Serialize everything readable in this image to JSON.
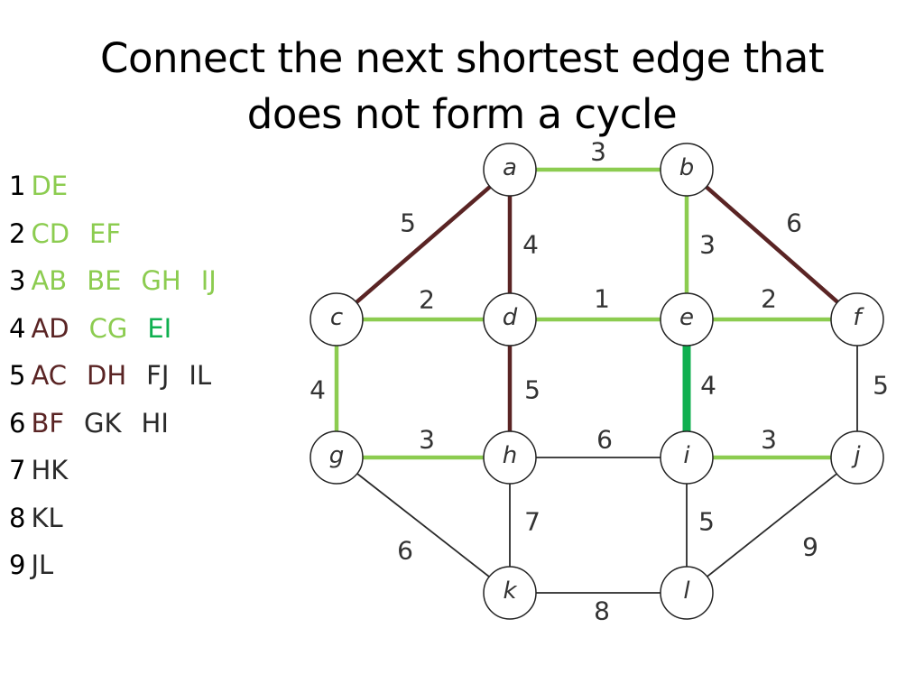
{
  "title": {
    "line1": "Connect the next shortest edge that",
    "line2": "does not form a cycle"
  },
  "colors": {
    "selected": "#8ccc50",
    "rejected": "#5a2424",
    "current": "#10b050",
    "unprocessed": "#2a2a2a",
    "node_stroke": "#222222",
    "text": "#000000"
  },
  "edge_list": [
    {
      "rank": "1",
      "edges": [
        {
          "label": "DE",
          "status": "selected"
        }
      ]
    },
    {
      "rank": "2",
      "edges": [
        {
          "label": "CD",
          "status": "selected"
        },
        {
          "label": "EF",
          "status": "selected"
        }
      ]
    },
    {
      "rank": "3",
      "edges": [
        {
          "label": "AB",
          "status": "selected"
        },
        {
          "label": "BE",
          "status": "selected"
        },
        {
          "label": "GH",
          "status": "selected"
        },
        {
          "label": "IJ",
          "status": "selected"
        }
      ]
    },
    {
      "rank": "4",
      "edges": [
        {
          "label": "AD",
          "status": "rejected"
        },
        {
          "label": "CG",
          "status": "selected"
        },
        {
          "label": "EI",
          "status": "current"
        }
      ]
    },
    {
      "rank": "5",
      "edges": [
        {
          "label": "AC",
          "status": "rejected"
        },
        {
          "label": "DH",
          "status": "rejected"
        },
        {
          "label": "FJ",
          "status": "unprocessed"
        },
        {
          "label": "IL",
          "status": "unprocessed"
        }
      ]
    },
    {
      "rank": "6",
      "edges": [
        {
          "label": "BF",
          "status": "rejected"
        },
        {
          "label": "GK",
          "status": "unprocessed"
        },
        {
          "label": "HI",
          "status": "unprocessed"
        }
      ]
    },
    {
      "rank": "7",
      "edges": [
        {
          "label": "HK",
          "status": "unprocessed"
        }
      ]
    },
    {
      "rank": "8",
      "edges": [
        {
          "label": "KL",
          "status": "unprocessed"
        }
      ]
    },
    {
      "rank": "9",
      "edges": [
        {
          "label": "JL",
          "status": "unprocessed"
        }
      ]
    }
  ],
  "graph": {
    "nodes": [
      {
        "id": "a",
        "label": "a"
      },
      {
        "id": "b",
        "label": "b"
      },
      {
        "id": "c",
        "label": "c"
      },
      {
        "id": "d",
        "label": "d"
      },
      {
        "id": "e",
        "label": "e"
      },
      {
        "id": "f",
        "label": "f"
      },
      {
        "id": "g",
        "label": "g"
      },
      {
        "id": "h",
        "label": "h"
      },
      {
        "id": "i",
        "label": "i"
      },
      {
        "id": "j",
        "label": "j"
      },
      {
        "id": "k",
        "label": "k"
      },
      {
        "id": "l",
        "label": "l"
      }
    ],
    "edges": [
      {
        "from": "a",
        "to": "b",
        "weight": "3",
        "status": "selected"
      },
      {
        "from": "a",
        "to": "c",
        "weight": "5",
        "status": "rejected"
      },
      {
        "from": "a",
        "to": "d",
        "weight": "4",
        "status": "rejected"
      },
      {
        "from": "b",
        "to": "e",
        "weight": "3",
        "status": "selected"
      },
      {
        "from": "b",
        "to": "f",
        "weight": "6",
        "status": "rejected"
      },
      {
        "from": "c",
        "to": "d",
        "weight": "2",
        "status": "selected"
      },
      {
        "from": "d",
        "to": "e",
        "weight": "1",
        "status": "selected"
      },
      {
        "from": "e",
        "to": "f",
        "weight": "2",
        "status": "selected"
      },
      {
        "from": "c",
        "to": "g",
        "weight": "4",
        "status": "selected"
      },
      {
        "from": "d",
        "to": "h",
        "weight": "5",
        "status": "rejected"
      },
      {
        "from": "e",
        "to": "i",
        "weight": "4",
        "status": "current"
      },
      {
        "from": "f",
        "to": "j",
        "weight": "5",
        "status": "unprocessed"
      },
      {
        "from": "g",
        "to": "h",
        "weight": "3",
        "status": "selected"
      },
      {
        "from": "h",
        "to": "i",
        "weight": "6",
        "status": "unprocessed"
      },
      {
        "from": "i",
        "to": "j",
        "weight": "3",
        "status": "selected"
      },
      {
        "from": "g",
        "to": "k",
        "weight": "6",
        "status": "unprocessed"
      },
      {
        "from": "h",
        "to": "k",
        "weight": "7",
        "status": "unprocessed"
      },
      {
        "from": "i",
        "to": "l",
        "weight": "5",
        "status": "unprocessed"
      },
      {
        "from": "j",
        "to": "l",
        "weight": "9",
        "status": "unprocessed"
      },
      {
        "from": "k",
        "to": "l",
        "weight": "8",
        "status": "unprocessed"
      }
    ]
  }
}
